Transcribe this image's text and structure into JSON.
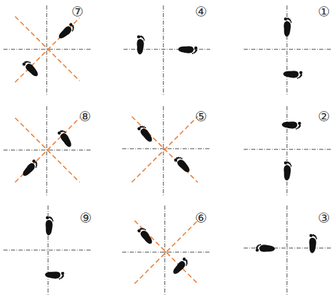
{
  "diagram": {
    "labels": [
      "⑦",
      "④",
      "①",
      "⑧",
      "⑤",
      "②",
      "⑨",
      "⑥",
      "③"
    ]
  }
}
